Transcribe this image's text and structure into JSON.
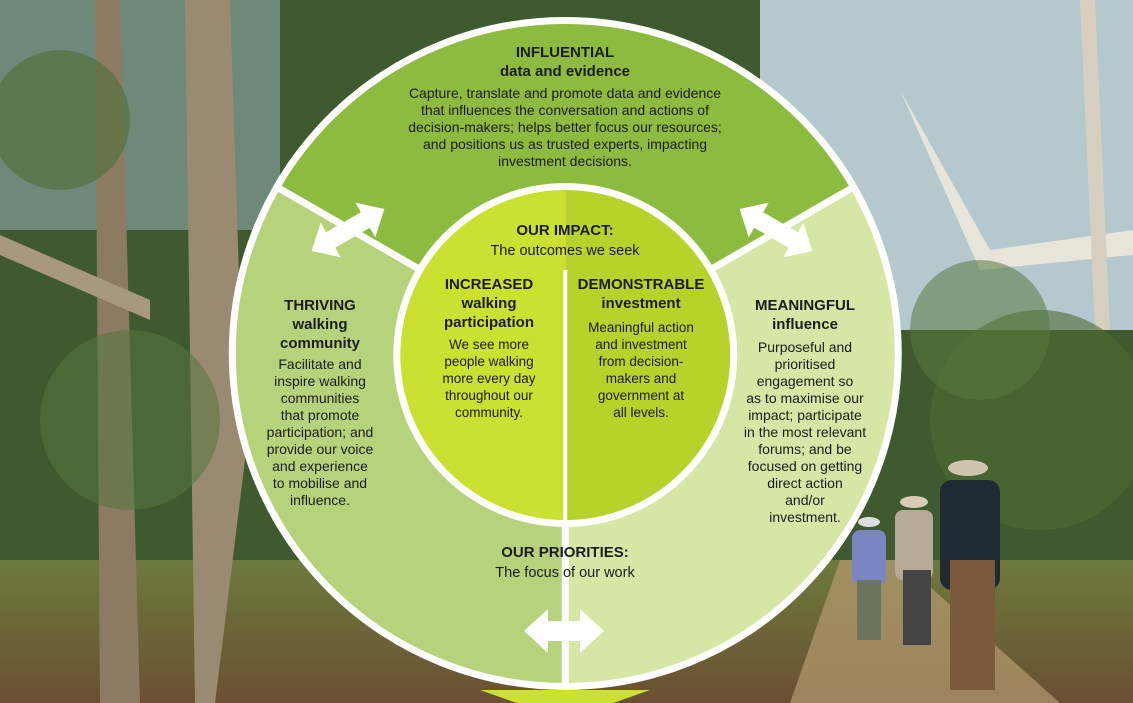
{
  "top": {
    "title": "INFLUENTIAL",
    "subtitle": "data and evidence",
    "lines": [
      "Capture, translate and promote data and evidence",
      "that influences the conversation and actions of",
      "decision-makers; helps better focus our resources;",
      "and positions us as trusted experts, impacting",
      "investment decisions."
    ]
  },
  "left": {
    "title": "THRIVING",
    "subtitle_lines": [
      "walking",
      "community"
    ],
    "lines": [
      "Facilitate and",
      "inspire walking",
      "communities",
      "that promote",
      "participation; and",
      "provide our voice",
      "and experience",
      "to mobilise and",
      "influence."
    ]
  },
  "right": {
    "title": "MEANINGFUL",
    "subtitle": "influence",
    "lines": [
      "Purposeful and",
      "prioritised",
      "engagement so",
      "as to maximise our",
      "impact; participate",
      "in the most relevant",
      "forums; and be",
      "focused on getting",
      "direct action",
      "and/or",
      "investment."
    ]
  },
  "impact": {
    "title": "OUR IMPACT:",
    "subtitle": "The outcomes we seek",
    "left": {
      "title_lines": [
        "INCREASED",
        "walking",
        "participation"
      ],
      "lines": [
        "We see more",
        "people walking",
        "more every day",
        "throughout our",
        "community."
      ]
    },
    "right": {
      "title_lines": [
        "DEMONSTRABLE",
        "investment"
      ],
      "lines": [
        "Meaningful action",
        "and investment",
        "from decision-",
        "makers and",
        "government at",
        "all levels."
      ]
    }
  },
  "priorities": {
    "title": "OUR PRIORITIES:",
    "subtitle": "The focus of our work"
  },
  "colors": {
    "ring_top": "#8dbb3f",
    "ring_left": "#b6d37b",
    "ring_right": "#d6e6a4",
    "inner_left": "#cce031",
    "inner_right": "#b7d22a",
    "white": "#ffffff"
  }
}
